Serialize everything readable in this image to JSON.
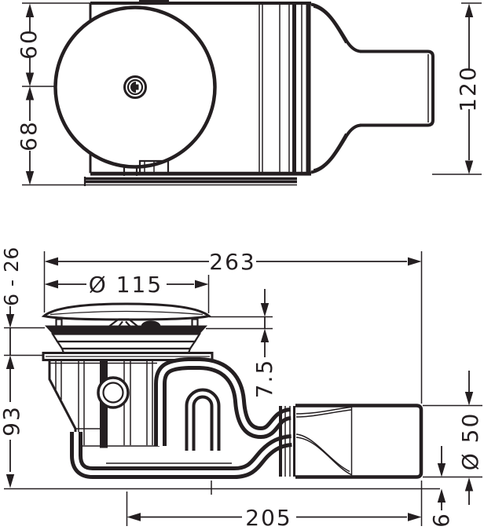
{
  "drawing": {
    "background_color": "#ffffff",
    "line_color": "#241f21",
    "top_view": {
      "dim_upper": "60",
      "dim_lower": "68",
      "dim_height": "120"
    },
    "side_view": {
      "dim_total_length": "263",
      "dim_flange_diameter": "Ø 115",
      "dim_adjust_range": "6 - 26",
      "dim_cover_gap": "7.5",
      "dim_body_depth": "93",
      "dim_outlet_diameter": "Ø 50",
      "dim_outlet_length": "205",
      "dim_bottom_offset": "6"
    }
  }
}
